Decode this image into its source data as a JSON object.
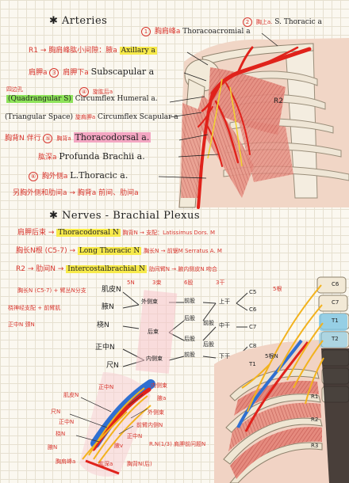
{
  "arteries": {
    "heading": "Arteries",
    "thoracoacromial": "Thoracoacromial a",
    "thoracoacromial_cn": "胸肩峰a",
    "superior_thoracic": "S. Thoracic a",
    "superior_thoracic_cn": "胸上a.",
    "axillary_label_cn": "R1 → 胸肩峰肱小间隙：腋a",
    "axillary": "Axillary a",
    "subscapular_cn_left": "肩胛a",
    "subscapular_cn": "肩胛下a",
    "subscapular": "Subscapular a",
    "quadrangular_cn": "四边孔",
    "quadrangular": "(Quadrangular S)",
    "circumflex_humeral_cn": "旋肱后a",
    "circumflex_humeral": "Circumflex Humeral a.",
    "triangular": "(Triangular Space)",
    "circumflex_scapular_cn": "旋肩胛a",
    "circumflex_scapular": "Circumflex Scapular a",
    "thoracodorsal_prefix_cn": "胸背N 伴行",
    "thoracodorsal_cn": "胸背a",
    "thoracodorsal": "Thoracodorsal a.",
    "profunda_cn": "肱深a",
    "profunda": "Profunda Brachii a.",
    "lateral_thoracic_cn": "胸外侧a",
    "lateral_thoracic": "L.Thoracic a.",
    "bottom_note": "另胸外侧和肋间a → 胸背a 前间、肋间a",
    "rib_label": "R2"
  },
  "nerves": {
    "heading": "Nerves - Brachial Plexus",
    "row1_left": "肩胛后束 →",
    "row1_name": "Thoracodorsal N",
    "row1_right": "胸背N → 支配：Latissimus Dors. M",
    "row2_left": "胸长N根 (C5-7) →",
    "row2_name": "Long Thoracic N",
    "row2_right": "胸长N → 前锯M  Serratus A. M",
    "row3_left": "R2 → 肋间N →",
    "row3_name": "Intercostalbrachial N",
    "row3_right": "肋间臂N → 腋内侧皮N 吻合"
  },
  "plexus": {
    "note1": "胸长N (C5-7) + 臂丛N分支",
    "note2": "桡神经支配 + 前臂肌",
    "note3": "正中N 颈N",
    "musculo": "肌皮N",
    "axillary_n": "腋N",
    "radial_n": "桡N",
    "median_n": "正中N",
    "ulnar_n": "尺N",
    "col_branch": "5N",
    "col_cord": "3束",
    "col_division": "6股",
    "col_trunk": "3干",
    "col_root": "5根",
    "lateral_cord": "外侧束",
    "posterior_cord": "后束",
    "medial_cord": "内侧束",
    "ant_div1": "前股",
    "post_div1": "后股",
    "post_div2": "后股",
    "ant_div2": "前股",
    "ant_div3": "前股",
    "post_div3": "后股",
    "upper_trunk": "上干",
    "middle_trunk": "中干",
    "lower_trunk": "下干",
    "c5": "C5",
    "c6": "C6",
    "c7": "C7",
    "c8": "C8",
    "t1": "T1",
    "roots_note": "5根N",
    "stem_left": "颈N",
    "stem_right": "N"
  },
  "arm": {
    "musculocutaneous": "肌皮N",
    "median": "正中N",
    "medial_cord_cn": "内侧束",
    "axillary_a_cn": "腋a",
    "lateral_cord_cn": "外侧束",
    "ulnar_cn": "尺N",
    "median_cn": "正中N",
    "radial_cn": "桡N",
    "axillary_n_cn": "腋N",
    "medial_cut_cn": "前臂内侧N",
    "median2_cn": "正中N",
    "axillary_v_cn": "腋v",
    "profunda_cn": "肱深a",
    "brachial_cn": "肱a",
    "deltoid_note": "R.N(1/3) 肩胛前问题N",
    "posterior_cn": "后肱",
    "bottom_left": "胸肩峰a",
    "bottom_mid": "肱深a",
    "bottom_right": "胸背N(后)"
  },
  "figure": {
    "vertebrae": [
      "C6",
      "C7",
      "T1",
      "T2"
    ],
    "ribs": [
      "R1",
      "R2",
      "R3"
    ]
  }
}
